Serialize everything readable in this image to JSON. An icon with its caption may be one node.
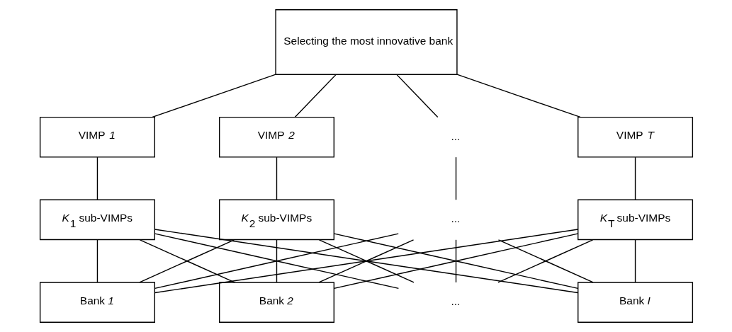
{
  "diagram": {
    "nodes": [
      {
        "text": [
          "Selecting the most innovative bank"
        ]
      },
      {
        "text": [
          "VIMP *1*"
        ]
      },
      {
        "text": [
          "VIMP *2*"
        ]
      },
      {
        "text": [
          "..."
        ]
      },
      {
        "text": [
          "VIMP *T*"
        ]
      },
      {
        "text": [
          "*K*$_{1}$ sub-VIMPs"
        ]
      },
      {
        "text": [
          "*K*$_{2}$ sub-VIMPs"
        ]
      },
      {
        "text": [
          "..."
        ]
      },
      {
        "text": [
          "*K*$_{T}$ sub-VIMPs"
        ]
      },
      {
        "text": [
          "Bank *1*"
        ]
      },
      {
        "text": [
          "Bank *2*"
        ]
      },
      {
        "text": [
          "..."
        ]
      },
      {
        "text": [
          "Bank *I*"
        ]
      }
    ],
    "edges": [
      {
        "from": 0,
        "to": 1,
        "arrow": "none"
      },
      {
        "from": 0,
        "to": 2,
        "arrow": "none"
      },
      {
        "from": 0,
        "to": 3,
        "arrow": "none"
      },
      {
        "from": 0,
        "to": 4,
        "arrow": "none"
      },
      {
        "from": 1,
        "to": 5,
        "arrow": "none"
      },
      {
        "from": 2,
        "to": 6,
        "arrow": "none"
      },
      {
        "from": 3,
        "to": 7,
        "arrow": "none"
      },
      {
        "from": 4,
        "to": 8,
        "arrow": "none"
      },
      {
        "from": 5,
        "to": 9,
        "arrow": "none"
      },
      {
        "from": 5,
        "to": 10,
        "arrow": "none"
      },
      {
        "from": 5,
        "to": 11,
        "arrow": "none"
      },
      {
        "from": 5,
        "to": 12,
        "arrow": "none"
      },
      {
        "from": 6,
        "to": 9,
        "arrow": "none"
      },
      {
        "from": 6,
        "to": 10,
        "arrow": "none"
      },
      {
        "from": 6,
        "to": 11,
        "arrow": "none"
      },
      {
        "from": 6,
        "to": 12,
        "arrow": "none"
      },
      {
        "from": 7,
        "to": 9,
        "arrow": "none"
      },
      {
        "from": 7,
        "to": 10,
        "arrow": "none"
      },
      {
        "from": 7,
        "to": 11,
        "arrow": "none"
      },
      {
        "from": 7,
        "to": 12,
        "arrow": "none"
      },
      {
        "from": 8,
        "to": 9,
        "arrow": "none"
      },
      {
        "from": 8,
        "to": 10,
        "arrow": "none"
      },
      {
        "from": 8,
        "to": 11,
        "arrow": "none"
      },
      {
        "from": 8,
        "to": 12,
        "arrow": "none"
      }
    ]
  }
}
